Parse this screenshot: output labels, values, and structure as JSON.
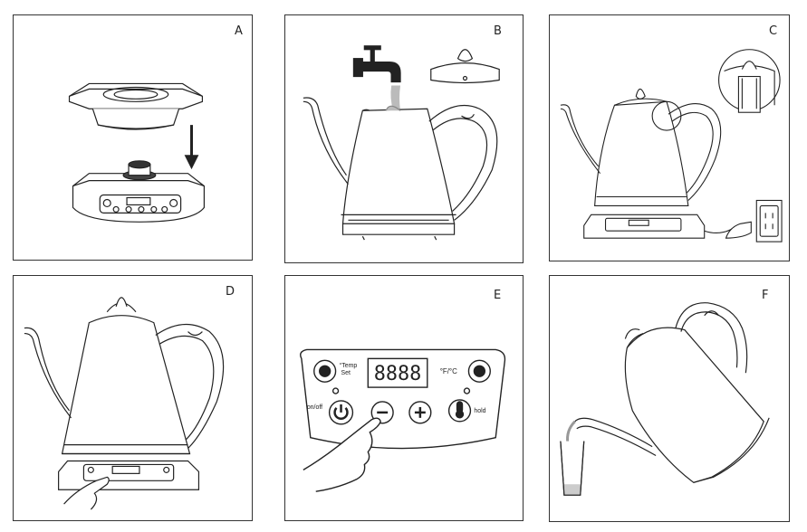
{
  "panels": {
    "a": {
      "letter": "A"
    },
    "b": {
      "letter": "B"
    },
    "c": {
      "letter": "C"
    },
    "d": {
      "letter": "D"
    },
    "e": {
      "letter": "E",
      "display": "8888",
      "temp_set_line1": "°Temp",
      "temp_set_line2": "Set",
      "unit_label": "°F/°C",
      "onoff_label": "on/off",
      "hold_label": "hold"
    },
    "f": {
      "letter": "F"
    }
  },
  "colors": {
    "line": "#222222",
    "shade": "#bbbbbb",
    "accent": "#999999"
  }
}
